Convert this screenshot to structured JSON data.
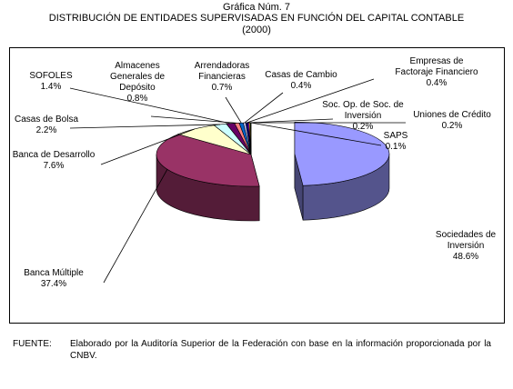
{
  "header": {
    "line1": "Gráfica Núm. 7",
    "line2": "DISTRIBUCIÓN DE ENTIDADES SUPERVISADAS EN FUNCIÓN DEL CAPITAL CONTABLE",
    "line3": "(2000)"
  },
  "chart_data": {
    "type": "pie",
    "title": "DISTRIBUCIÓN DE ENTIDADES SUPERVISADAS EN FUNCIÓN DEL CAPITAL CONTABLE",
    "subtitle": "(2000)",
    "three_d": true,
    "exploded_slice": "Sociedades de Inversión",
    "slices": [
      {
        "name_lines": [
          "Sociedades de",
          "Inversión"
        ],
        "value": 48.6,
        "pct": "48.6%",
        "color": "#9999ff"
      },
      {
        "name_lines": [
          "Banca Múltiple"
        ],
        "value": 37.4,
        "pct": "37.4%",
        "color": "#993366"
      },
      {
        "name_lines": [
          "Banca de Desarrollo"
        ],
        "value": 7.6,
        "pct": "7.6%",
        "color": "#ffffcc"
      },
      {
        "name_lines": [
          "Casas de Bolsa"
        ],
        "value": 2.2,
        "pct": "2.2%",
        "color": "#ccffff"
      },
      {
        "name_lines": [
          "SOFOLES"
        ],
        "value": 1.4,
        "pct": "1.4%",
        "color": "#660066"
      },
      {
        "name_lines": [
          "Almacenes",
          "Generales de",
          "Depósito"
        ],
        "value": 0.8,
        "pct": "0.8%",
        "color": "#ff8080"
      },
      {
        "name_lines": [
          "Arrendadoras",
          "Financieras"
        ],
        "value": 0.7,
        "pct": "0.7%",
        "color": "#0066cc"
      },
      {
        "name_lines": [
          "Casas de Cambio"
        ],
        "value": 0.4,
        "pct": "0.4%",
        "color": "#ccccff"
      },
      {
        "name_lines": [
          "Empresas de",
          "Factoraje Financiero"
        ],
        "value": 0.4,
        "pct": "0.4%",
        "color": "#000080"
      },
      {
        "name_lines": [
          "Soc. Op. de Soc. de",
          "Inversión"
        ],
        "value": 0.2,
        "pct": "0.2%",
        "color": "#ff00ff"
      },
      {
        "name_lines": [
          "Uniones de Crédito"
        ],
        "value": 0.2,
        "pct": "0.2%",
        "color": "#ffff00"
      },
      {
        "name_lines": [
          "SAPS"
        ],
        "value": 0.1,
        "pct": "0.1%",
        "color": "#00ffff"
      }
    ]
  },
  "footer": {
    "label": "FUENTE:",
    "text": "Elaborado por la Auditoría Superior de la Federación con base en la información proporcionada por la CNBV."
  }
}
